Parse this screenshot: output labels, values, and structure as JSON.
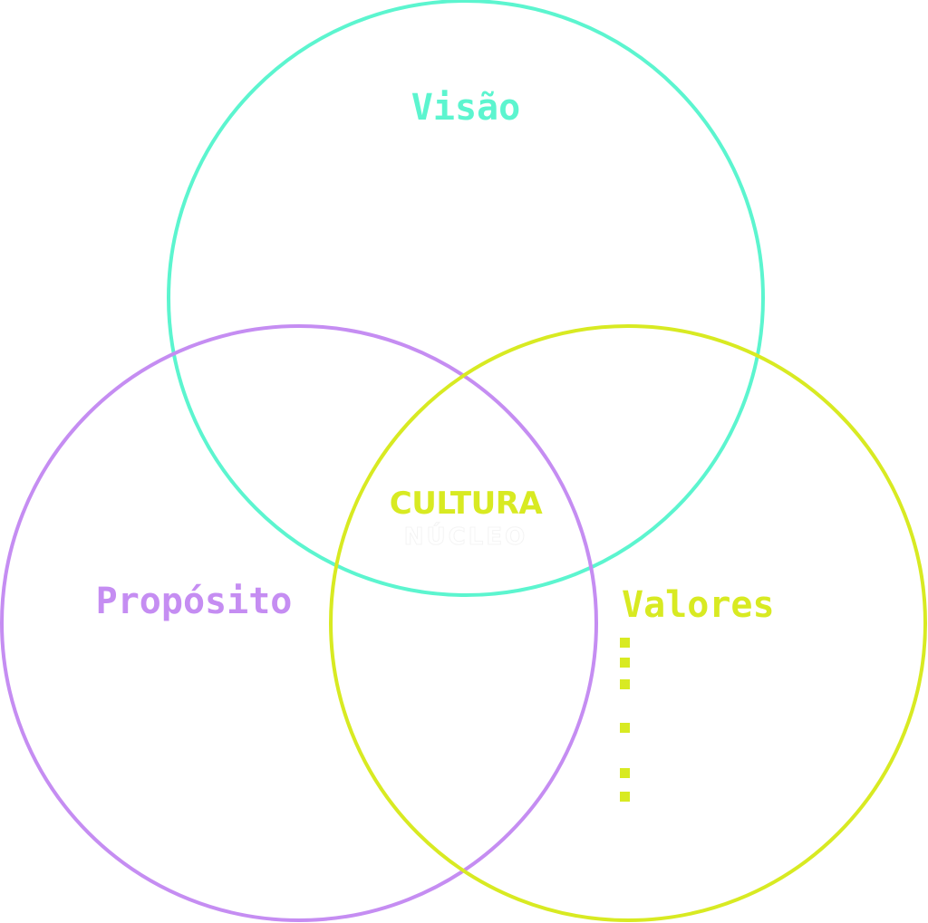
{
  "diagram": {
    "circles": [
      {
        "id": "visao",
        "label": "Visão",
        "color": "#5cf5cf"
      },
      {
        "id": "proposito",
        "label": "Propósito",
        "color": "#c58df2"
      },
      {
        "id": "valores",
        "label": "Valores",
        "color": "#d8ea22"
      }
    ],
    "center": {
      "title": "CULTURA",
      "subtitle": "NÚCLEO",
      "title_color": "#d8ea22",
      "subtitle_color": "#ffffff"
    },
    "valores_marks": [
      "▪",
      "▪",
      "▪",
      "▪",
      "▪"
    ],
    "background": "#ffffff"
  }
}
